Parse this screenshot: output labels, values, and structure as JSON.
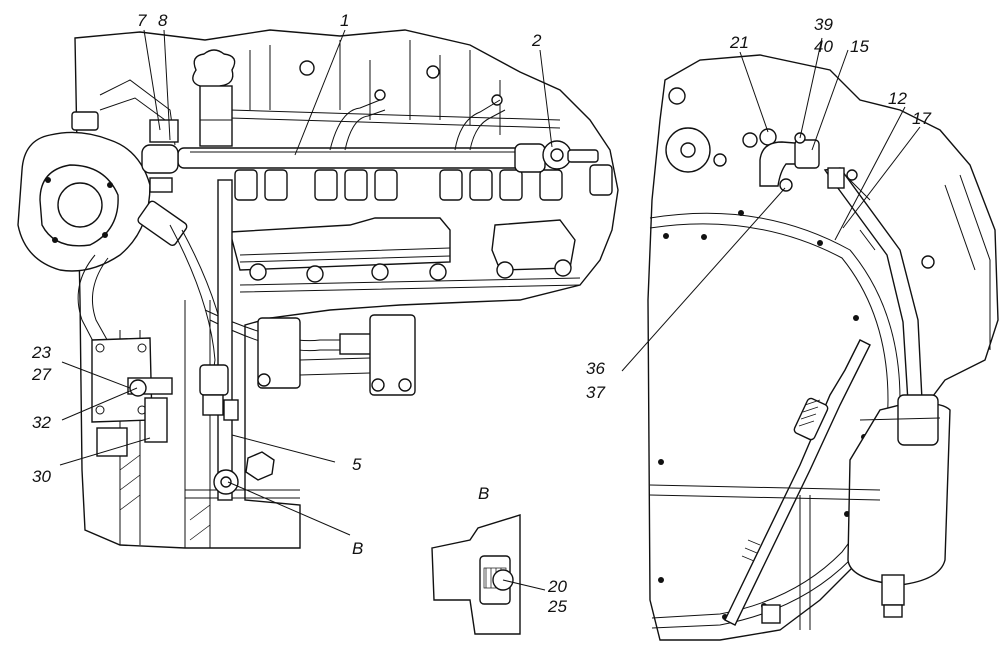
{
  "callouts": {
    "n1": "1",
    "n2": "2",
    "n5": "5",
    "n7": "7",
    "n8": "8",
    "n12": "12",
    "n15": "15",
    "n17": "17",
    "n20": "20",
    "n21": "21",
    "n23": "23",
    "n25": "25",
    "n27": "27",
    "n30": "30",
    "n32": "32",
    "n36": "36",
    "n37": "37",
    "n39": "39",
    "n40": "40",
    "viewB": "B",
    "detailB": "B"
  }
}
